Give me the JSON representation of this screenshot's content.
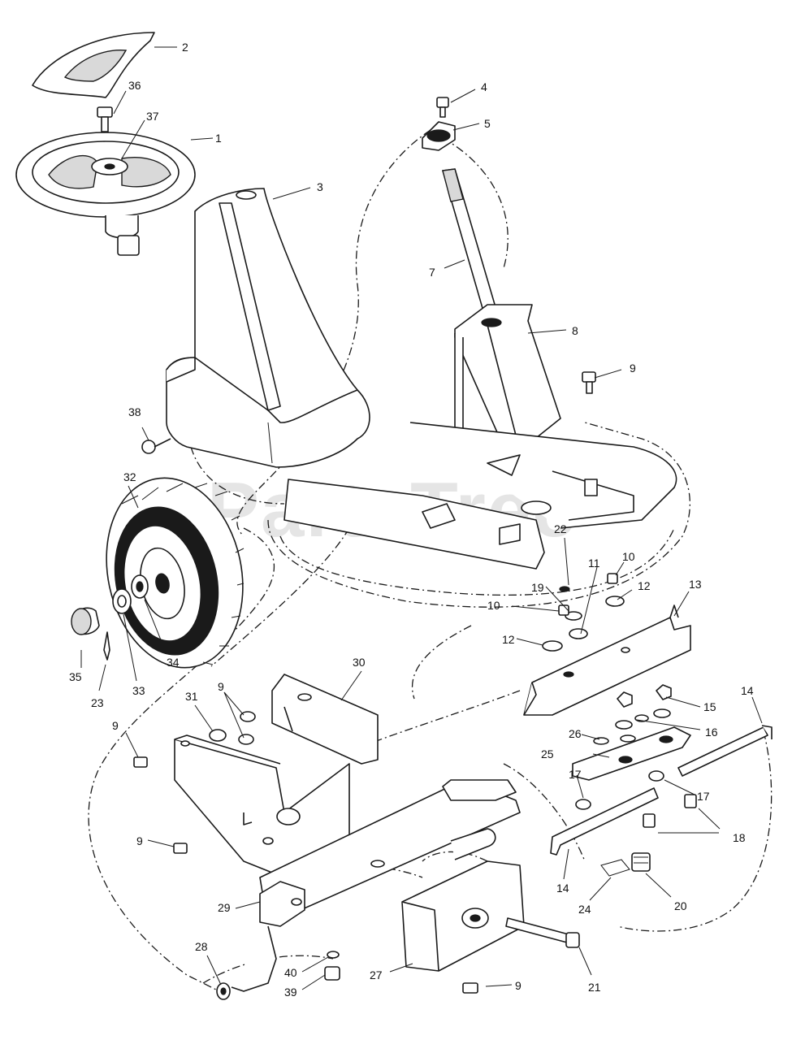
{
  "watermark": "PartsTree",
  "callouts": [
    "1",
    "2",
    "3",
    "4",
    "5",
    "7",
    "8",
    "9",
    "10",
    "11",
    "12",
    "13",
    "14",
    "15",
    "16",
    "17",
    "18",
    "19",
    "20",
    "21",
    "22",
    "23",
    "24",
    "25",
    "26",
    "27",
    "28",
    "29",
    "30",
    "31",
    "32",
    "33",
    "34",
    "35",
    "36",
    "37",
    "38",
    "39",
    "40"
  ],
  "colors": {
    "line": "#1a1a1a",
    "background": "#ffffff",
    "watermark": "#cfcfcf"
  }
}
